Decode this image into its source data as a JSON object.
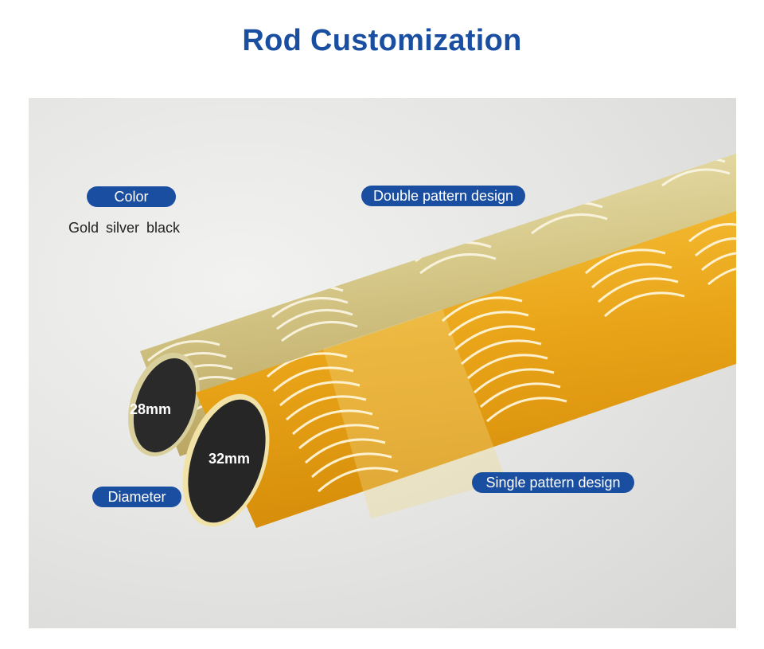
{
  "title": "Rod Customization",
  "labels": {
    "color": "Color",
    "color_options": "Gold silver black",
    "double_pattern": "Double pattern design",
    "single_pattern": "Single pattern design",
    "diameter": "Diameter",
    "diameter_small": "28mm",
    "diameter_large": "32mm"
  },
  "colors": {
    "brand_blue": "#1a4ea0",
    "gold": "#e6a21a",
    "champagne": "#d8cc8e"
  }
}
